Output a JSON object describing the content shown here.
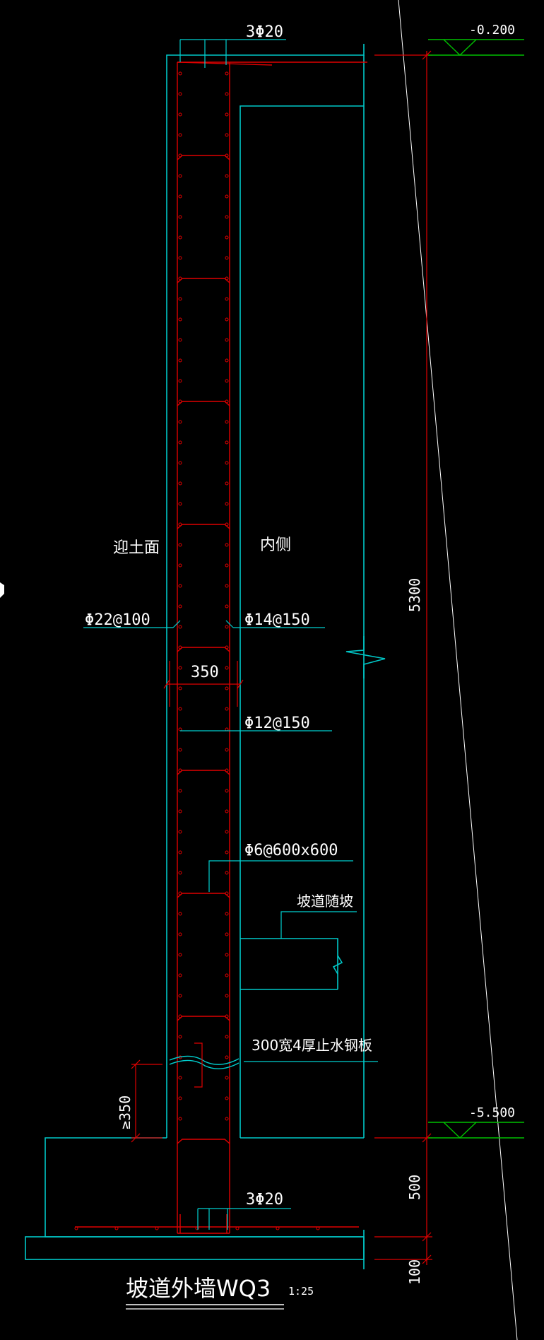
{
  "drawing": {
    "title": "坡道外墙WQ3",
    "scale": "1:25",
    "colors": {
      "background": "#000000",
      "concrete": "#00c8c8",
      "rebar": "#e00000",
      "leader": "#00d0d0",
      "level_marker": "#00c000",
      "text": "#ffffff",
      "grid_line": "#ffffff"
    },
    "levels": {
      "top": "-0.200",
      "bottom": "-5.500"
    },
    "dimensions": {
      "wall_height": "5300",
      "footing_height": "500",
      "base_height": "100",
      "wall_thickness": "350",
      "waterstop_embed": "≥350"
    },
    "labels": {
      "soil_side": "迎土面",
      "inner_side": "内侧",
      "top_rebar": "3Φ20",
      "bottom_rebar": "3Φ20",
      "outer_vertical_rebar": "Φ22@100",
      "inner_vertical_rebar": "Φ14@150",
      "horizontal_rebar": "Φ12@150",
      "tie_rebar": "Φ6@600x600",
      "ramp_slab": "坡道随坡",
      "waterstop": "300宽4厚止水钢板"
    }
  }
}
